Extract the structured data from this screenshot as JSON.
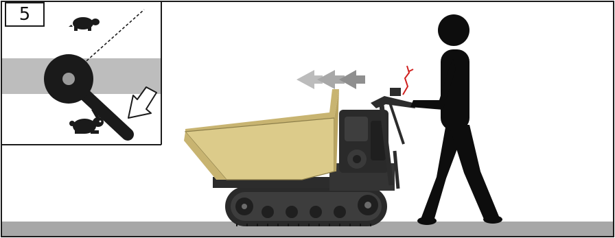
{
  "step": {
    "number": "5"
  },
  "inset": {
    "throttle_icons": {
      "slow": "turtle-icon",
      "fast": "rabbit-icon"
    },
    "lever_direction": "toward-fast"
  },
  "scene": {
    "motion_direction": "left",
    "vehicle": "tracked-mini-dumper",
    "operator": "walking-person"
  },
  "colors": {
    "outline": "#1a1a1a",
    "ground": "#a7a7a7",
    "band": "#bdbdbd",
    "hopper": "#dccb8a",
    "hopper_shade": "#c8b471",
    "frame_dark": "#2c2c2c",
    "arrow_grey": "#9b9b9b",
    "red_cord": "#d0201e"
  }
}
